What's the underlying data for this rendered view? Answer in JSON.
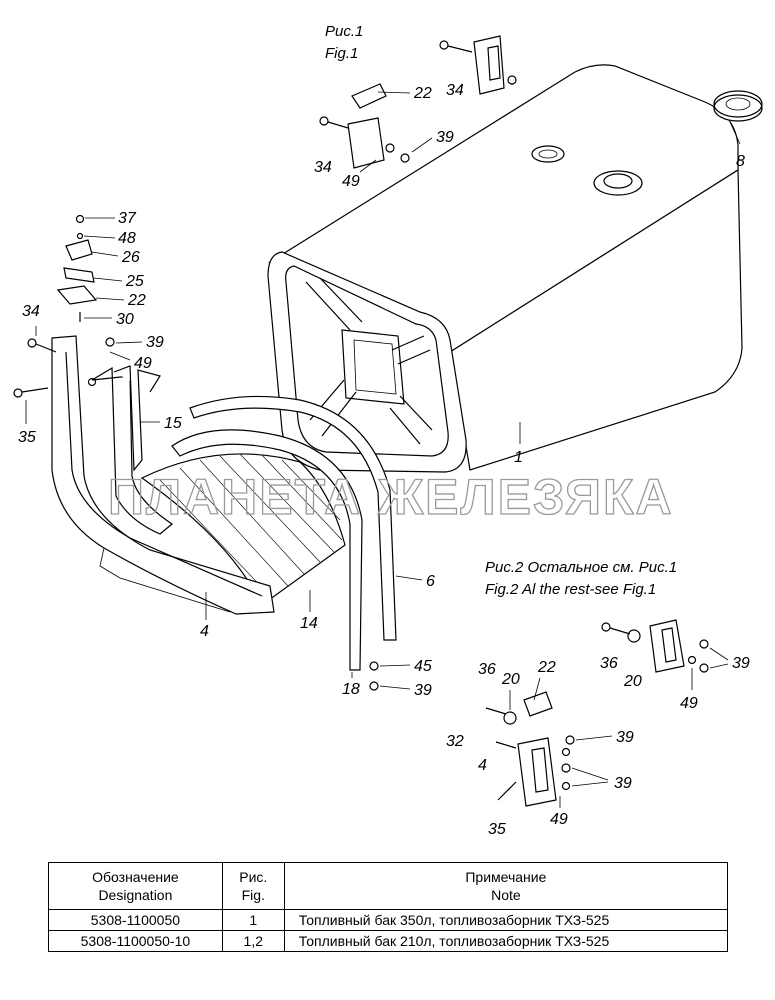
{
  "figures": {
    "fig1": {
      "ru": "Рис.1",
      "en": "Fig.1"
    },
    "fig2": {
      "ru": "Рис.2 Остальное см. Рис.1",
      "en": "Fig.2 Al the rest-see Fig.1"
    }
  },
  "watermark": "ПЛАНЕТА ЖЕЛЕЗЯКА",
  "part_labels": {
    "fig1": [
      "34",
      "22",
      "34",
      "39",
      "49",
      "34",
      "8",
      "37",
      "48",
      "26",
      "25",
      "22",
      "30",
      "34",
      "39",
      "49",
      "35",
      "15",
      "1",
      "6",
      "4",
      "14",
      "45",
      "18",
      "39"
    ],
    "fig2": [
      "22",
      "20",
      "36",
      "36",
      "20",
      "39",
      "49",
      "32",
      "39",
      "4",
      "39",
      "35",
      "49"
    ]
  },
  "table": {
    "headers": [
      {
        "ru": "Обозначение",
        "en": "Designation"
      },
      {
        "ru": "Рис.",
        "en": "Fig."
      },
      {
        "ru": "Примечание",
        "en": "Note"
      }
    ],
    "rows": [
      {
        "designation": "5308-1100050",
        "fig": "1",
        "note": "Топливный бак 350л, топливозаборник  ТХЗ-525"
      },
      {
        "designation": "5308-1100050-10",
        "fig": "1,2",
        "note": "Топливный бак 210л, топливозаборник  ТХЗ-525"
      }
    ]
  }
}
